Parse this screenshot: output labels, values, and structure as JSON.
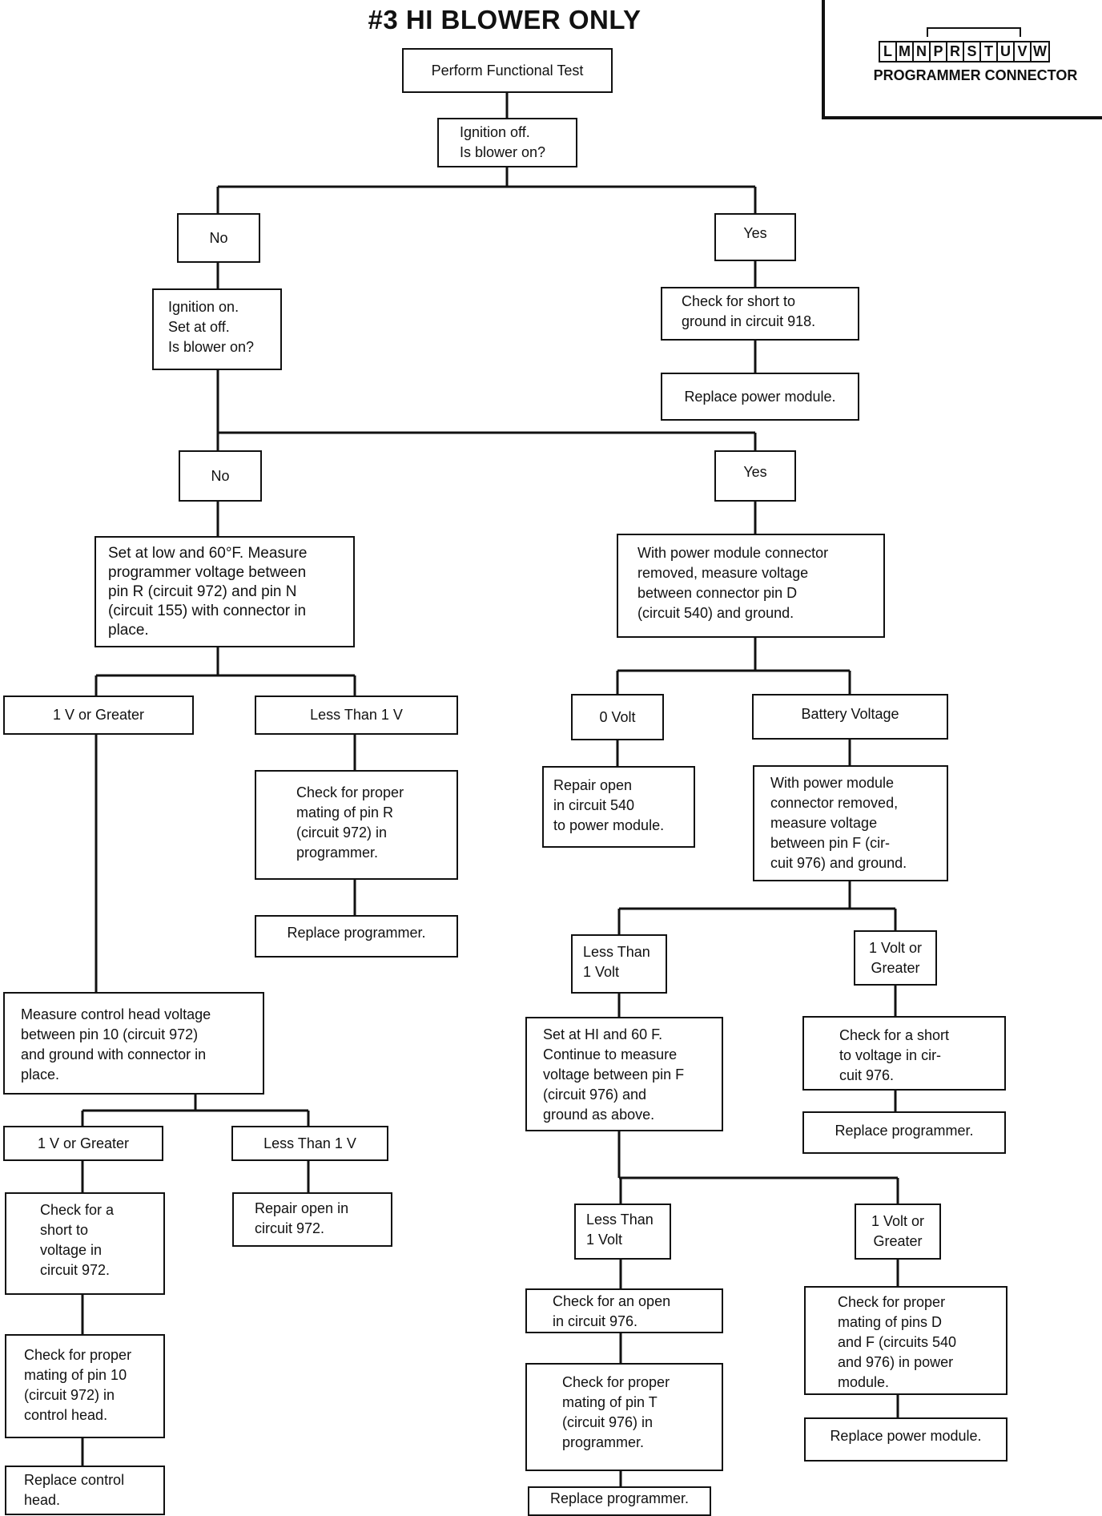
{
  "title": "#3 HI BLOWER ONLY",
  "connector": {
    "pins": [
      "L",
      "M",
      "N",
      "P",
      "R",
      "S",
      "T",
      "U",
      "V",
      "W"
    ],
    "label": "PROGRAMMER CONNECTOR"
  },
  "nodes": {
    "start": "Perform Functional Test",
    "q1": "Ignition off.\nIs blower on?",
    "q1_no": "No",
    "q1_yes": "Yes",
    "yes1_check": "Check for short to\nground in circuit 918.",
    "yes1_replace": "Replace power module.",
    "q2": "Ignition on.\nSet at off.\nIs blower on?",
    "q2_no": "No",
    "q2_yes": "Yes",
    "measure_prog": "Set at low and 60°F. Measure\nprogrammer voltage between\npin R (circuit 972) and pin N\n(circuit 155) with connector in\nplace.",
    "prog_ge1": "1 V or Greater",
    "prog_lt1": "Less Than 1 V",
    "check_mating_r": "Check for proper\nmating of pin R\n(circuit 972) in\nprogrammer.",
    "replace_prog_1": "Replace programmer.",
    "measure_head": "Measure control head voltage\nbetween pin 10 (circuit 972)\nand ground with connector in\nplace.",
    "head_ge1": "1 V or Greater",
    "head_lt1": "Less Than 1 V",
    "check_short_972": "Check for a\nshort to\nvoltage in\ncircuit 972.",
    "repair_open_972": "Repair open in\ncircuit 972.",
    "check_mating_10": "Check for proper\nmating of pin 10\n(circuit 972) in\ncontrol head.",
    "replace_head": "Replace control\nhead.",
    "measure_pm_d": "With power module connector\nremoved, measure voltage\nbetween connector pin D\n(circuit 540) and ground.",
    "zero_volt": "0 Volt",
    "battery_voltage": "Battery Voltage",
    "repair_open_540": "Repair open\nin circuit 540\nto power module.",
    "measure_pm_f": "With power module\nconnector removed,\nmeasure voltage\nbetween pin F (cir-\ncuit 976) and ground.",
    "f_lt1": "Less Than\n1 Volt",
    "f_ge1": "1 Volt or\nGreater",
    "set_hi": "Set at HI and 60 F.\nContinue to measure\nvoltage between pin F\n(circuit 976) and\nground as above.",
    "check_short_976": "Check for a short\nto voltage in cir-\ncuit 976.",
    "replace_prog_2": "Replace programmer.",
    "hi_lt1": "Less Than\n1 Volt",
    "hi_ge1": "1 Volt or\nGreater",
    "check_open_976": "Check for an open\nin circuit 976.",
    "check_mating_df": "Check for proper\nmating of pins D\nand F (circuits 540\nand 976) in power\nmodule.",
    "check_mating_t": "Check for proper\nmating of pin T\n(circuit 976) in\nprogrammer.",
    "replace_pm_2": "Replace power module.",
    "replace_prog_3": "Replace programmer."
  }
}
